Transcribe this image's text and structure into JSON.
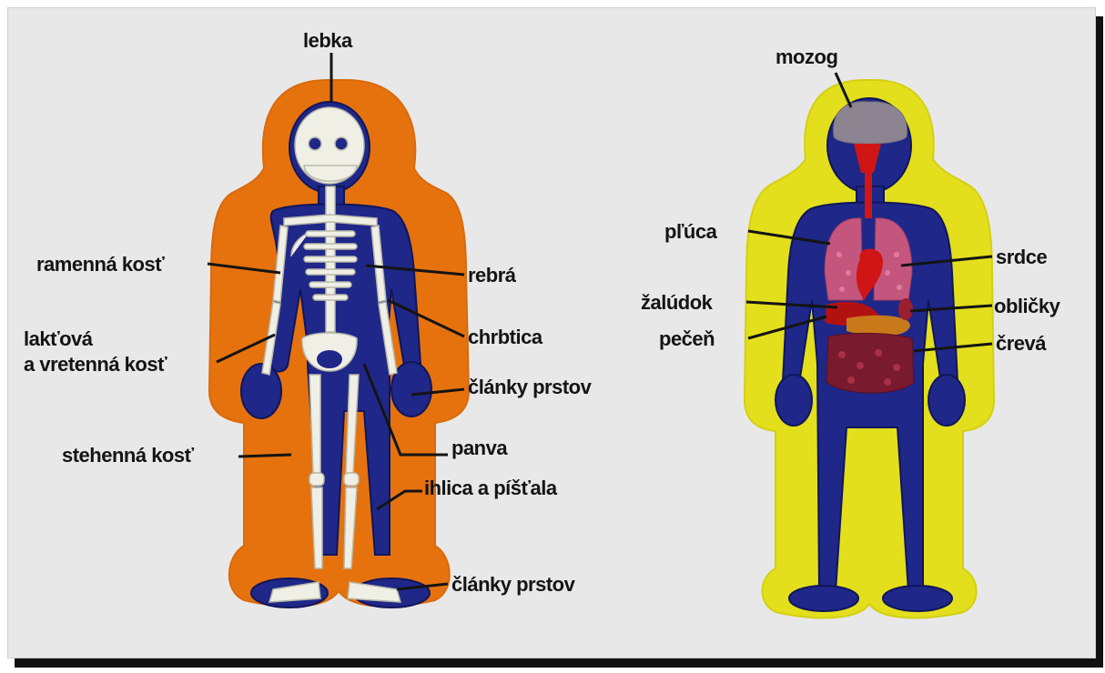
{
  "colors": {
    "background": "#e8e8e8",
    "skeleton_halo": "#e6720e",
    "organs_halo": "#e3df1c",
    "body_fill": "#1f2788",
    "bone": "#efefe6",
    "brain": "#8c8591",
    "lungs": "#c4567e",
    "heart": "#d01515",
    "liver": "#b31111",
    "intestines": "#7a1a2e",
    "stomach": "#c87a1a",
    "label": "#141414"
  },
  "skeleton_labels": {
    "lebka": "lebka",
    "ramenna_kost": "ramenná kosť",
    "rebra": "rebrá",
    "lakt_line1": "lakťová",
    "lakt_line2": "a vretenná kosť",
    "chrbtica": "chrbtica",
    "clanky_prstov_ruky": "články prstov",
    "panva": "panva",
    "stehenna_kost": "stehenná kosť",
    "ihlica": "ihlica a píšťala",
    "clanky_prstov_nohy": "články prstov"
  },
  "organ_labels": {
    "mozog": "mozog",
    "pluca": "pľúca",
    "srdce": "srdce",
    "zaludok": "žalúdok",
    "oblicky": "obličky",
    "pecen": "pečeň",
    "creva": "črevá"
  }
}
